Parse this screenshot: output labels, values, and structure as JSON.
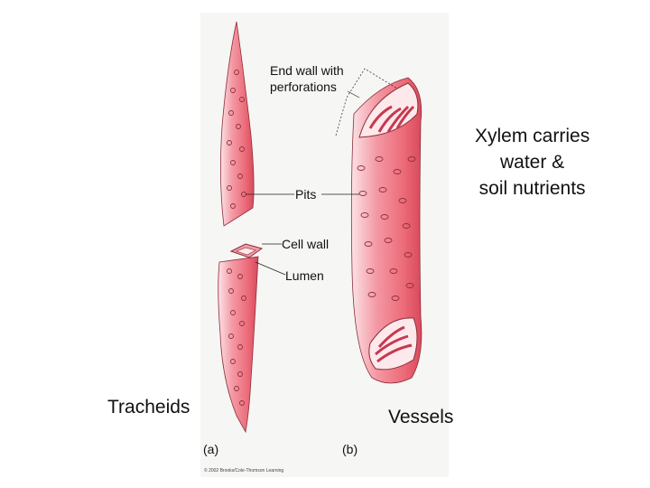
{
  "labels": {
    "end_wall": [
      "End wall with",
      "perforations"
    ],
    "pits": "Pits",
    "cell_wall": "Cell wall",
    "lumen": "Lumen",
    "panel_a": "(a)",
    "panel_b": "(b)",
    "copyright": "© 2002 Brooks/Cole-Thomson Learning",
    "tracheids": "Tracheids",
    "vessels": "Vessels"
  },
  "note": [
    "Xylem carries",
    "water &",
    "soil nutrients"
  ],
  "colors": {
    "cell_fill": "#ec6a78",
    "cell_highlight": "#fbe3e6",
    "pit_stroke": "#8e2d3a",
    "panel_bg": "#f6f6f4"
  }
}
